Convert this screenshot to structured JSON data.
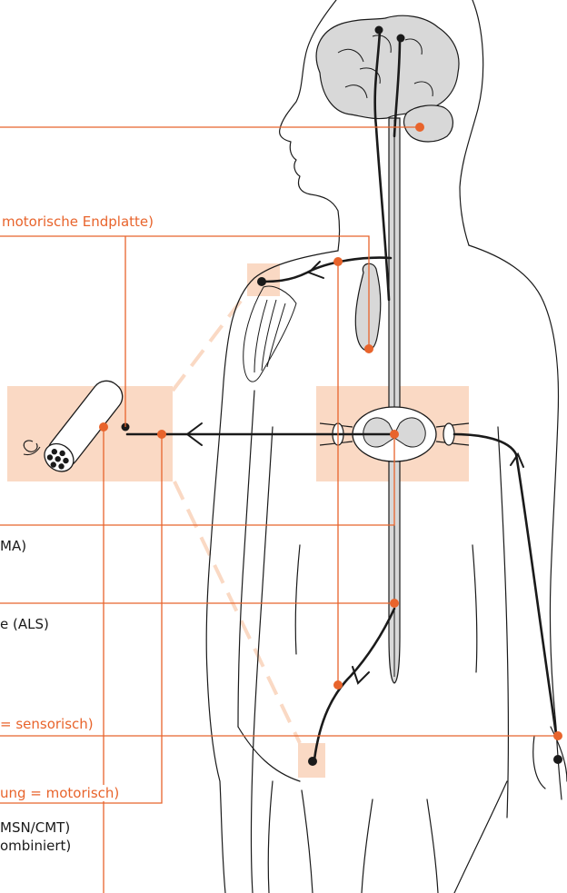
{
  "colors": {
    "accent": "#E8642C",
    "highlight": "#FAD9C4",
    "ink": "#1A1A1A",
    "organ_fill": "#D8D8D8",
    "background": "#FFFFFF"
  },
  "labels": {
    "endplate": "motorische Endplatte)",
    "sma": "MA)",
    "als": "e (ALS)",
    "sensory": "= sensorisch)",
    "motor": "ung = motorisch)",
    "hmsn": "MSN/CMT)",
    "combined": "ombiniert)"
  },
  "icons": [
    "brain-icon",
    "cerebellum-icon",
    "spinal-cord-icon",
    "spinal-cross-section-icon",
    "muscle-fiber-icon",
    "shoulder-muscle-icon",
    "motor-neuron-icon",
    "sensory-neuron-icon"
  ]
}
